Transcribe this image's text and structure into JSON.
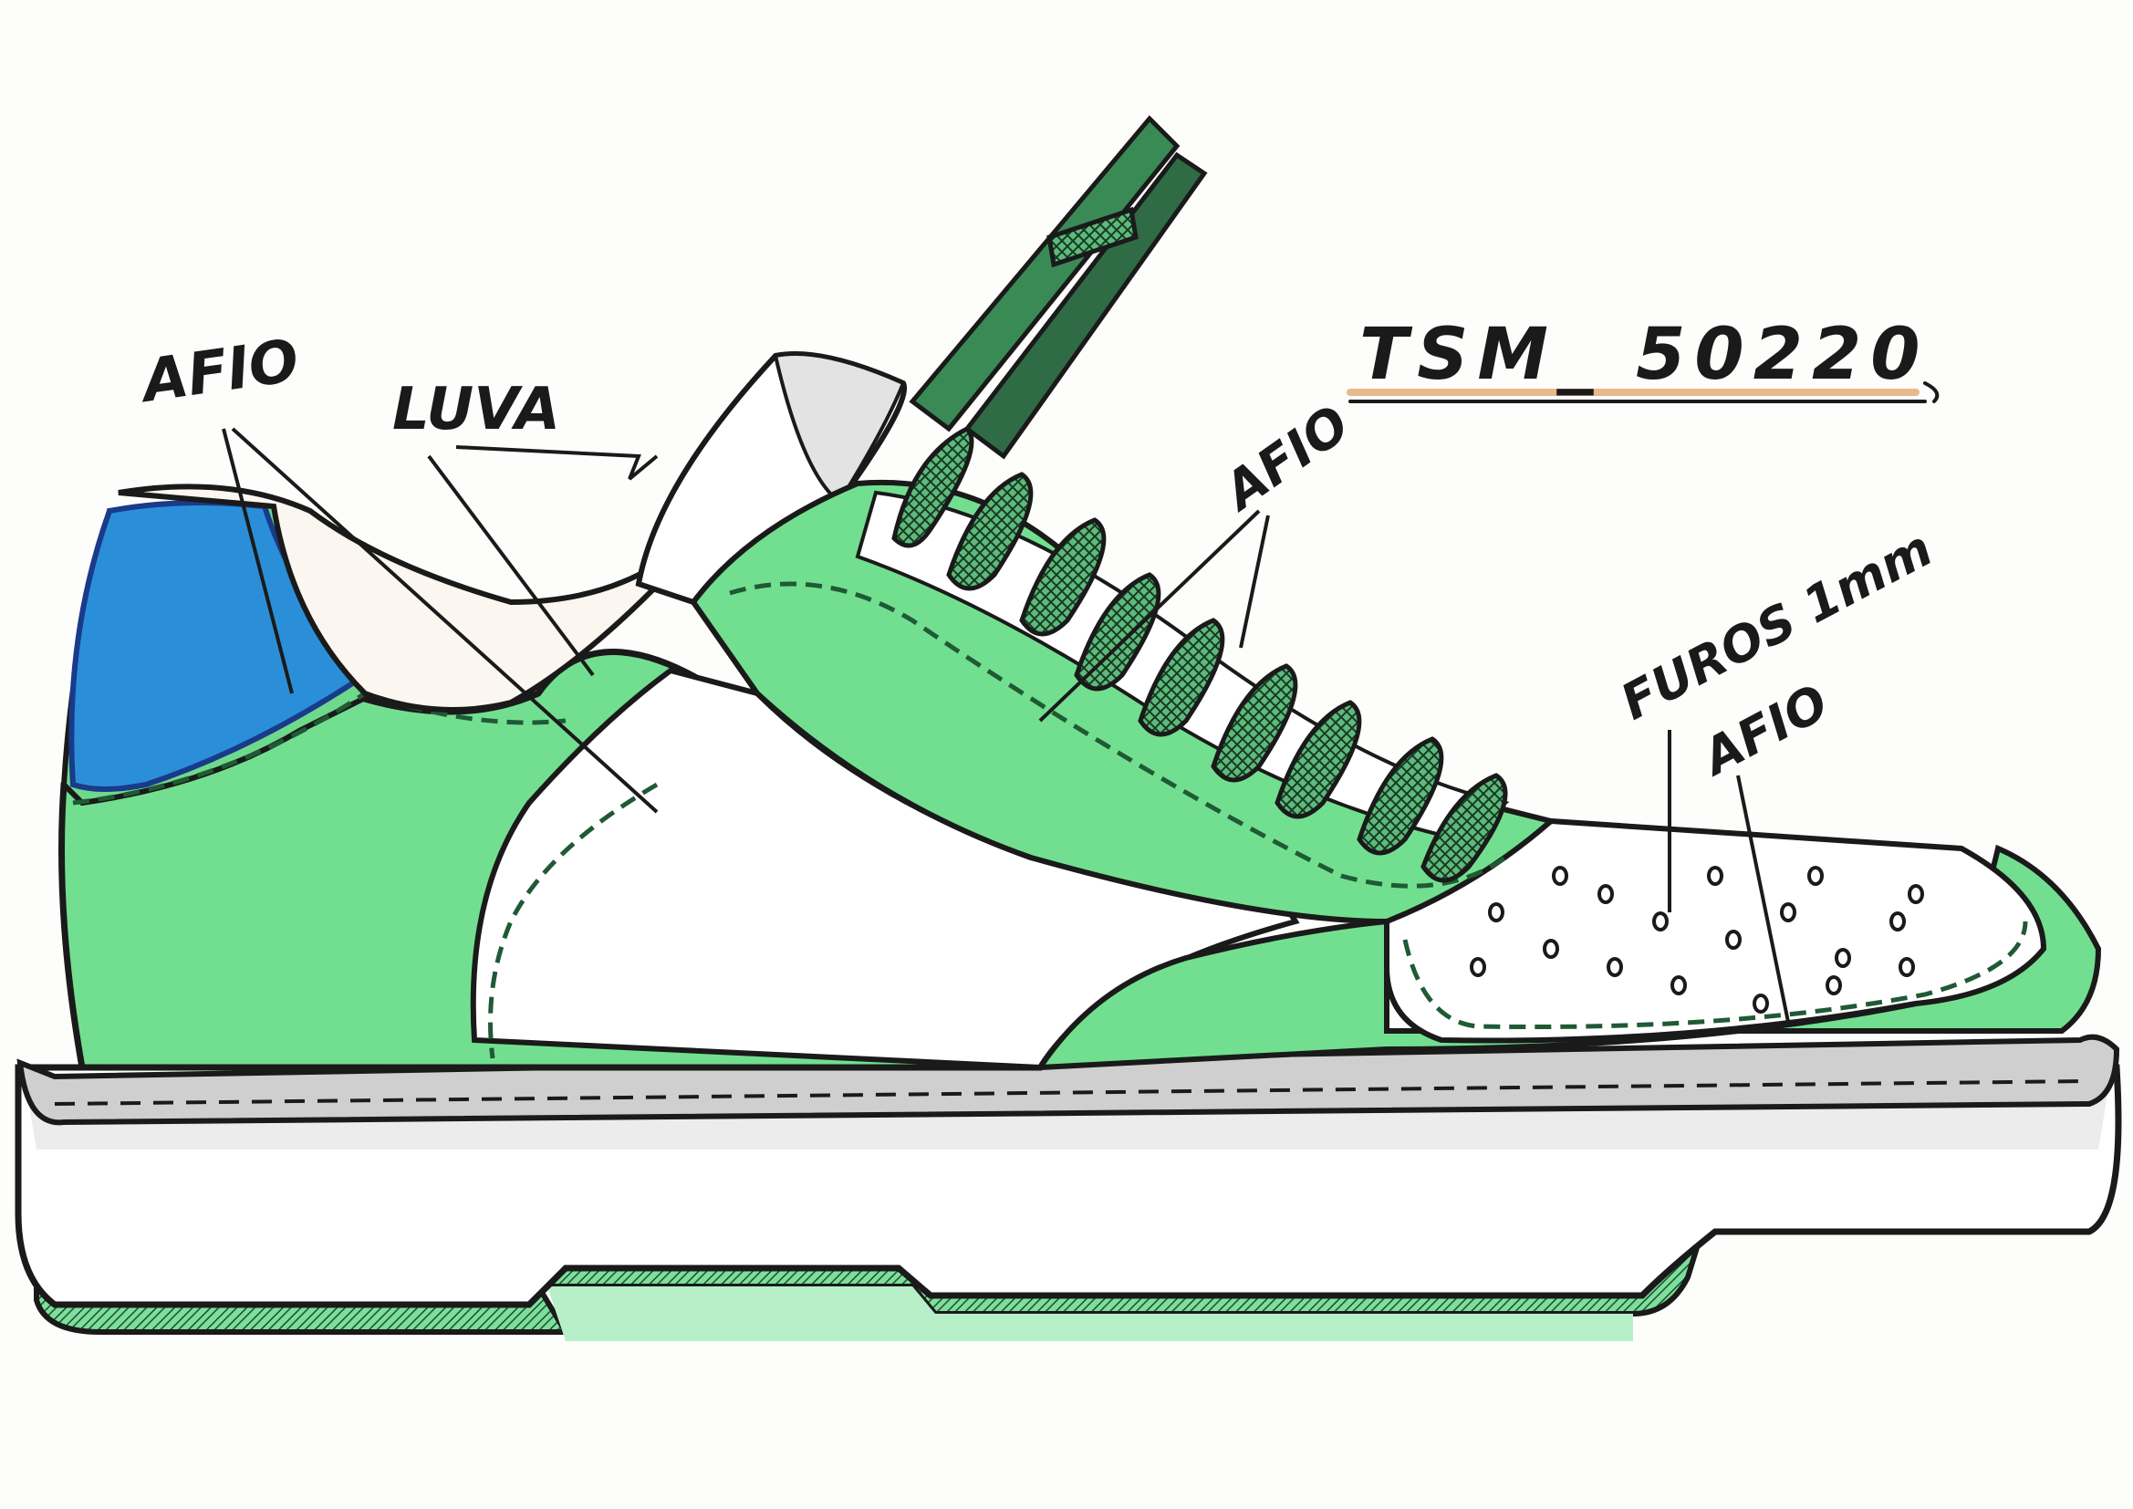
{
  "sketch": {
    "model_code": "TSM_ 50220",
    "labels": {
      "afio_heel": "AFIO",
      "luva": "LUVA",
      "afio_lace": "AFIO",
      "furos": "FUROS 1mm",
      "afio_toe": "AFIO"
    },
    "colors": {
      "upper_green": "#6fe08e",
      "heel_blue": "#2a8fd8",
      "ink": "#1a1a1a",
      "lace_dark": "#1f5a35",
      "sole_gray": "#d9d9d9",
      "underline_tan": "#e8b98a"
    }
  }
}
